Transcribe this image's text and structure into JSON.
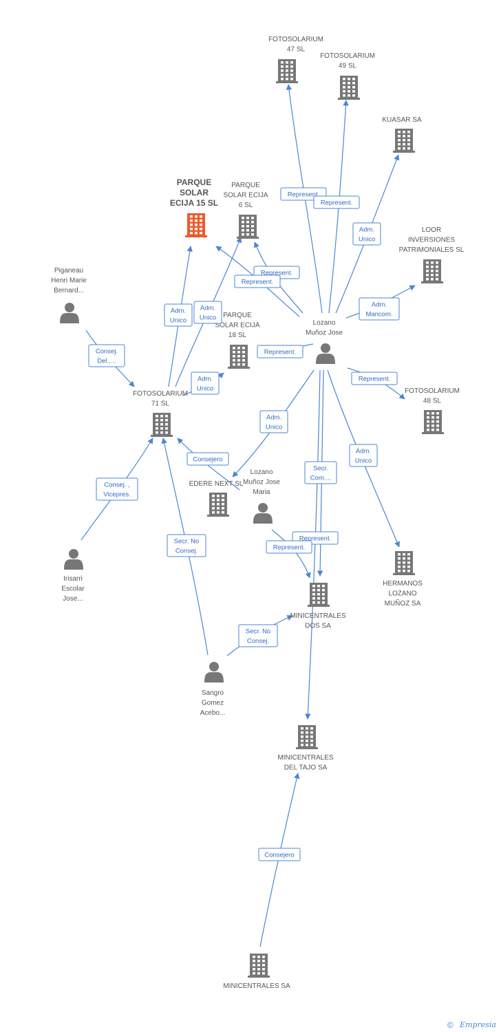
{
  "colors": {
    "node": "#777777",
    "highlight": "#f05a28",
    "edge": "#4a86d4",
    "text": "#555555"
  },
  "nodes": [
    {
      "id": "fotosolarium47",
      "type": "company",
      "icon": "building-icon",
      "lines": [
        "FOTOSOLARIUM",
        "47 SL"
      ]
    },
    {
      "id": "fotosolarium49",
      "type": "company",
      "icon": "building-icon",
      "lines": [
        "FOTOSOLARIUM",
        "49 SL"
      ]
    },
    {
      "id": "kuasar",
      "type": "company",
      "icon": "building-icon",
      "lines": [
        "KUASAR SA"
      ]
    },
    {
      "id": "parque15",
      "type": "company",
      "icon": "building-icon",
      "highlight": true,
      "lines": [
        "PARQUE",
        "SOLAR",
        "ECIJA 15 SL"
      ]
    },
    {
      "id": "parque6",
      "type": "company",
      "icon": "building-icon",
      "lines": [
        "PARQUE",
        "SOLAR ECIJA",
        "6 SL"
      ]
    },
    {
      "id": "loor",
      "type": "company",
      "icon": "building-icon",
      "lines": [
        "LOOR",
        "INVERSIONES",
        "PATRIMONIALES SL"
      ]
    },
    {
      "id": "piganeau",
      "type": "person",
      "icon": "person-icon",
      "lines": [
        "Piganeau",
        "Henri Marie",
        "Bernard..."
      ]
    },
    {
      "id": "lozanoJose",
      "type": "person",
      "icon": "person-icon",
      "lines": [
        "Lozano",
        "Muñoz Jose"
      ]
    },
    {
      "id": "parque18",
      "type": "company",
      "icon": "building-icon",
      "lines": [
        "PARQUE",
        "SOLAR ECIJA",
        "18 SL"
      ]
    },
    {
      "id": "fotosolarium71",
      "type": "company",
      "icon": "building-icon",
      "lines": [
        "FOTOSOLARIUM",
        "71 SL"
      ]
    },
    {
      "id": "fotosolarium48",
      "type": "company",
      "icon": "building-icon",
      "lines": [
        "FOTOSOLARIUM",
        "48 SL"
      ]
    },
    {
      "id": "edere",
      "type": "company",
      "icon": "building-icon",
      "lines": [
        "EDERE NEXT SL"
      ]
    },
    {
      "id": "lozanoMaria",
      "type": "person",
      "icon": "person-icon",
      "lines": [
        "Lozano",
        "Muñoz Jose",
        "Maria"
      ]
    },
    {
      "id": "irisarri",
      "type": "person",
      "icon": "person-icon",
      "lines": [
        "Irisarri",
        "Escolar",
        "Jose..."
      ]
    },
    {
      "id": "hermanos",
      "type": "company",
      "icon": "building-icon",
      "lines": [
        "HERMANOS",
        "LOZANO",
        "MUÑOZ SA"
      ]
    },
    {
      "id": "minidos",
      "type": "company",
      "icon": "building-icon",
      "lines": [
        "MINICENTRALES",
        "DOS SA"
      ]
    },
    {
      "id": "sangro",
      "type": "person",
      "icon": "person-icon",
      "lines": [
        "Sangro",
        "Gomez",
        "Acebo..."
      ]
    },
    {
      "id": "minitajo",
      "type": "company",
      "icon": "building-icon",
      "lines": [
        "MINICENTRALES",
        "DEL TAJO SA"
      ]
    },
    {
      "id": "minisa",
      "type": "company",
      "icon": "building-icon",
      "lines": [
        "MINICENTRALES SA"
      ]
    }
  ],
  "relations": [
    {
      "lines": [
        "Represent."
      ]
    },
    {
      "lines": [
        "Represent."
      ]
    },
    {
      "lines": [
        "Adm.",
        "Unico"
      ]
    },
    {
      "lines": [
        "Represent."
      ]
    },
    {
      "lines": [
        "Represent."
      ]
    },
    {
      "lines": [
        "Adm.",
        "Mancom."
      ]
    },
    {
      "lines": [
        "Represent."
      ]
    },
    {
      "lines": [
        "Represent."
      ]
    },
    {
      "lines": [
        "Adm.",
        "Unico"
      ]
    },
    {
      "lines": [
        "Adm.",
        "Unico"
      ]
    },
    {
      "lines": [
        "Adm.",
        "Unico"
      ]
    },
    {
      "lines": [
        "Consej.",
        "Del.,..."
      ]
    },
    {
      "lines": [
        "Adm.",
        "Unico"
      ]
    },
    {
      "lines": [
        "Adm.",
        "Unico"
      ]
    },
    {
      "lines": [
        "Consejero"
      ]
    },
    {
      "lines": [
        "Secr.",
        "Com...."
      ]
    },
    {
      "lines": [
        "Consej. ,",
        "Vicepres."
      ]
    },
    {
      "lines": [
        "Secr.  No",
        "Consej."
      ]
    },
    {
      "lines": [
        "Represent."
      ]
    },
    {
      "lines": [
        "Represent."
      ]
    },
    {
      "lines": [
        "Secr.  No",
        "Consej."
      ]
    },
    {
      "lines": [
        "Consejero"
      ]
    }
  ],
  "footer": {
    "copyright": "©",
    "brand": "Empresia"
  }
}
